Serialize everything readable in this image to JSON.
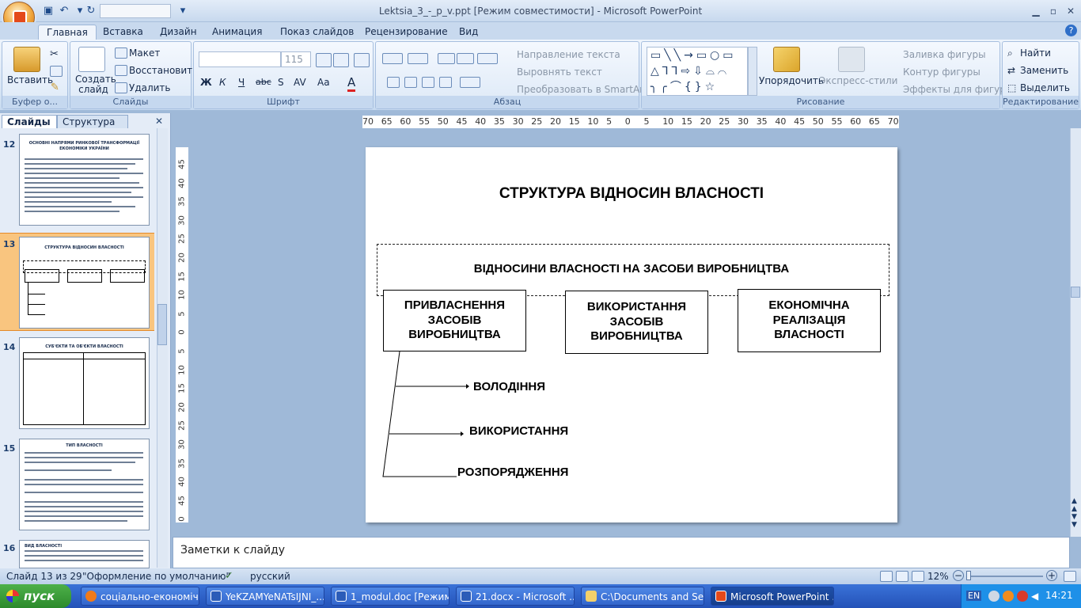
{
  "titlebar": {
    "title": "Lektsia_3_-_p_v.ppt [Режим совместимости] - Microsoft PowerPoint"
  },
  "tabs": [
    "Главная",
    "Вставка",
    "Дизайн",
    "Анимация",
    "Показ слайдов",
    "Рецензирование",
    "Вид"
  ],
  "ribbon": {
    "clipboard": {
      "paste": "Вставить",
      "label": "Буфер о..."
    },
    "slides": {
      "new_slide": "Создать слайд",
      "layout": "Макет",
      "reset": "Восстановить",
      "delete": "Удалить",
      "label": "Слайды"
    },
    "font": {
      "size": "115",
      "label": "Шрифт"
    },
    "paragraph": {
      "text_direction": "Направление текста",
      "align_text": "Выровнять текст",
      "smartart": "Преобразовать в SmartArt",
      "label": "Абзац"
    },
    "drawing": {
      "arrange": "Упорядочить",
      "quick_styles": "Экспресс-стили",
      "fill": "Заливка фигуры",
      "outline": "Контур фигуры",
      "effects": "Эффекты для фигур",
      "label": "Рисование"
    },
    "editing": {
      "find": "Найти",
      "replace": "Заменить",
      "select": "Выделить",
      "label": "Редактирование"
    }
  },
  "panel": {
    "tab_slides": "Слайды",
    "tab_outline": "Структура"
  },
  "thumbnails": [
    {
      "num": "12",
      "title": "ОСНОВНІ НАПРЯМИ РИНКОВОЇ ТРАНСФОРМАЦІЇ ЕКОНОМІКИ УКРАЇНИ"
    },
    {
      "num": "13",
      "title": "СТРУКТУРА ВІДНОСИН ВЛАСНОСТІ"
    },
    {
      "num": "14",
      "title": "СУБ'ЄКТИ ТА ОБ'ЄКТИ ВЛАСНОСТІ"
    },
    {
      "num": "15",
      "title": "ТИП ВЛАСНОСТІ"
    },
    {
      "num": "16",
      "title": "ВИД ВЛАСНОСТІ"
    }
  ],
  "ruler": {
    "h_ticks": [
      "70",
      "65",
      "60",
      "55",
      "50",
      "45",
      "40",
      "35",
      "30",
      "25",
      "20",
      "15",
      "10",
      "5",
      "0",
      "5",
      "10",
      "15",
      "20",
      "25",
      "30",
      "35",
      "40",
      "45",
      "50",
      "55",
      "60",
      "65",
      "70"
    ],
    "v_ticks": [
      "45",
      "40",
      "35",
      "30",
      "25",
      "20",
      "15",
      "10",
      "5",
      "0",
      "5",
      "10",
      "15",
      "20",
      "25",
      "30",
      "35",
      "40",
      "45",
      "0"
    ]
  },
  "slide": {
    "title": "СТРУКТУРА ВІДНОСИН  ВЛАСНОСТІ",
    "banner": "ВІДНОСИНИ ВЛАСНОСТІ НА ЗАСОБИ ВИРОБНИЦТВА",
    "box1": [
      "ПРИВЛАСНЕННЯ",
      "ЗАСОБІВ",
      "ВИРОБНИЦТВА"
    ],
    "box2": [
      "ВИКОРИСТАННЯ",
      "ЗАСОБІВ",
      "ВИРОБНИЦТВА"
    ],
    "box3": [
      "ЕКОНОМІЧНА",
      "РЕАЛІЗАЦІЯ",
      "ВЛАСНОСТІ"
    ],
    "sub": [
      "ВОЛОДІННЯ",
      "ВИКОРИСТАННЯ",
      "РОЗПОРЯДЖЕННЯ"
    ]
  },
  "notes_placeholder": "Заметки к слайду",
  "status": {
    "slide": "Слайд 13 из 29",
    "theme": "\"Оформление по умолчанию\"",
    "lang": "русский",
    "zoom": "12%"
  },
  "taskbar": {
    "start": "пуск",
    "tasks": [
      "соціально-економічн...",
      "YeKZAMYeNATsIJNI_...",
      "1_modul.doc [Режим ...",
      "21.docx - Microsoft ...",
      "C:\\Documents and Se...",
      "Microsoft PowerPoint ..."
    ],
    "lang": "EN",
    "time": "14:21"
  }
}
